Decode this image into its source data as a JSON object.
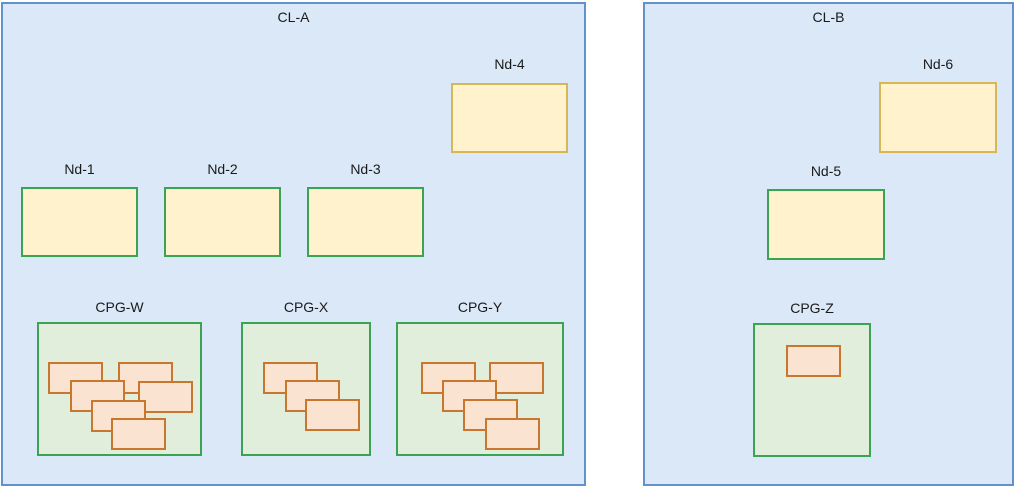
{
  "diagram_type": "cluster-node-group diagram",
  "clusters": [
    {
      "id": "cl-a",
      "label": "CL-A"
    },
    {
      "id": "cl-b",
      "label": "CL-B"
    }
  ],
  "nodes": [
    {
      "id": "nd-1",
      "label": "Nd-1",
      "cluster": "CL-A",
      "border_style": "green"
    },
    {
      "id": "nd-2",
      "label": "Nd-2",
      "cluster": "CL-A",
      "border_style": "green"
    },
    {
      "id": "nd-3",
      "label": "Nd-3",
      "cluster": "CL-A",
      "border_style": "green"
    },
    {
      "id": "nd-4",
      "label": "Nd-4",
      "cluster": "CL-A",
      "border_style": "gold"
    },
    {
      "id": "nd-5",
      "label": "Nd-5",
      "cluster": "CL-B",
      "border_style": "green"
    },
    {
      "id": "nd-6",
      "label": "Nd-6",
      "cluster": "CL-B",
      "border_style": "gold"
    }
  ],
  "groups": [
    {
      "id": "cpg-w",
      "label": "CPG-W",
      "cluster": "CL-A",
      "member_count": 6
    },
    {
      "id": "cpg-x",
      "label": "CPG-X",
      "cluster": "CL-A",
      "member_count": 3
    },
    {
      "id": "cpg-y",
      "label": "CPG-Y",
      "cluster": "CL-A",
      "member_count": 5
    },
    {
      "id": "cpg-z",
      "label": "CPG-Z",
      "cluster": "CL-B",
      "member_count": 1
    }
  ],
  "colors": {
    "cluster_fill": "#dbe8f8",
    "cluster_border": "#6292c8",
    "node_fill": "#fff2cc",
    "node_border_gold": "#d6b656",
    "node_border_green": "#3ba452",
    "group_fill": "#e0eedb",
    "group_border": "#3ba452",
    "member_fill": "#fbe3d1",
    "member_border": "#c9762e"
  }
}
